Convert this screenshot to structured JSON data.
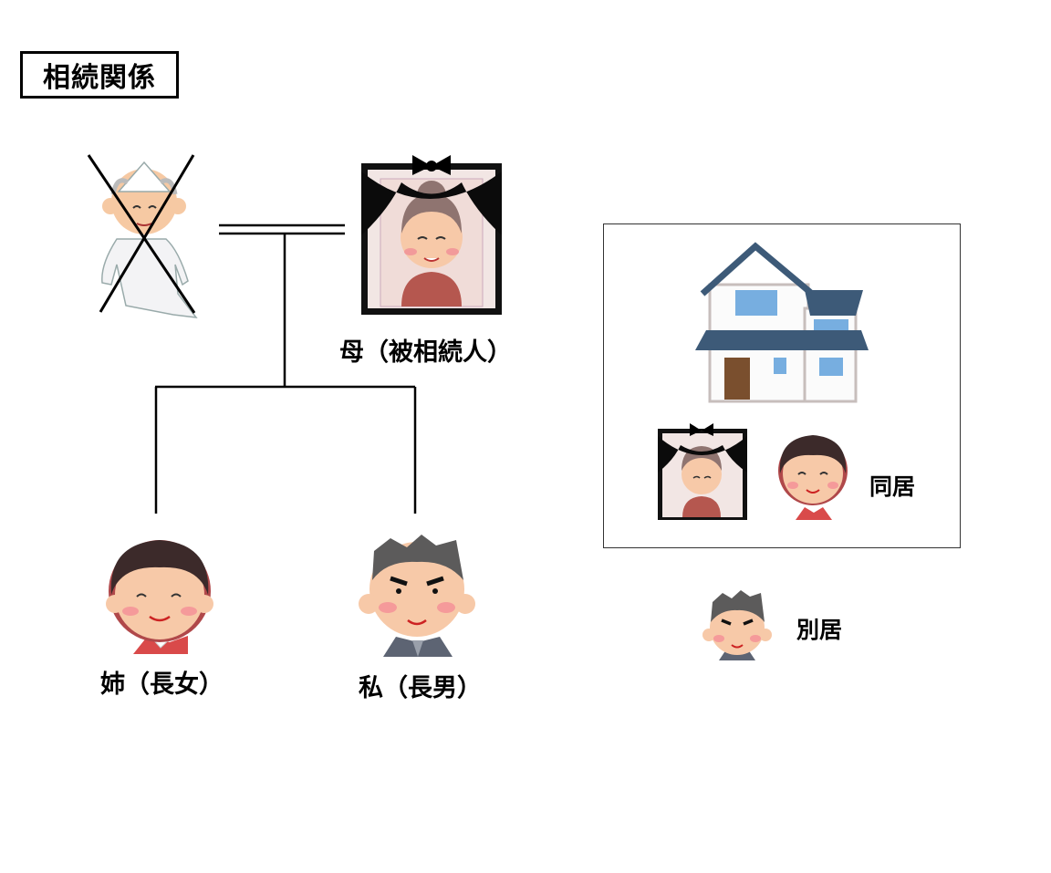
{
  "diagram": {
    "title": "相続関係",
    "mother_label": "母（被相続人）",
    "sister_label": "姉（長女）",
    "me_label": "私（長男）",
    "cohabit_label": "同居",
    "separate_label": "別居"
  }
}
